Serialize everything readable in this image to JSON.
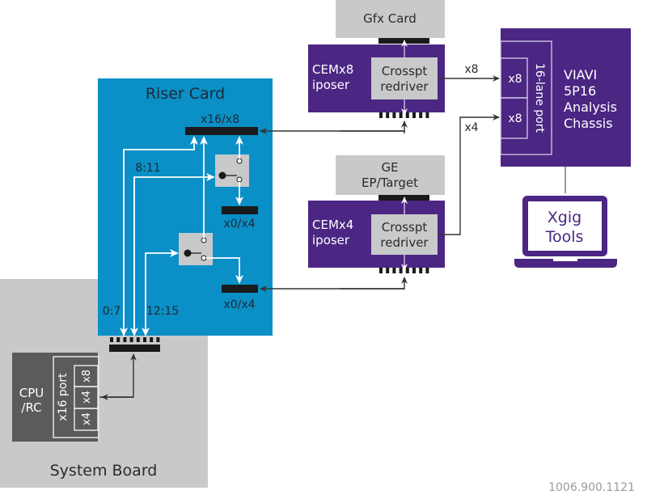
{
  "colors": {
    "riser": "#0a8fc6",
    "system_board": "#c8c9cb",
    "cpu": "#5a5b5d",
    "purple": "#4b2683",
    "light_gray": "#c8c9cb",
    "connector": "#1a1a1a",
    "line": "#333333",
    "white_line": "#ffffff",
    "figure_id_text": "#9a9a9a"
  },
  "system_board": {
    "label": "System Board",
    "cpu": {
      "label_line1": "CPU",
      "label_line2": "/RC"
    },
    "port": {
      "label": "x16 port",
      "lanes": [
        "x8",
        "x4",
        "x4"
      ]
    }
  },
  "riser_card": {
    "title": "Riser Card",
    "top_slot_label": "x16/x8",
    "middle_slot_label": "x0/x4",
    "bottom_slot_label": "x0/x4",
    "lane_labels": {
      "a": "8:11",
      "b": "0:7",
      "c": "12:15"
    }
  },
  "gfx_card": {
    "label": "Gfx Card"
  },
  "ge_target": {
    "label_line1": "GE",
    "label_line2": "EP/Target"
  },
  "cem_x8": {
    "label_line1": "CEMx8",
    "label_line2": "iposer",
    "redriver_line1": "Crosspt",
    "redriver_line2": "redriver"
  },
  "cem_x4": {
    "label_line1": "CEMx4",
    "label_line2": "iposer",
    "redriver_line1": "Crosspt",
    "redriver_line2": "redriver"
  },
  "links": {
    "x8_label": "x8",
    "x4_label": "x4"
  },
  "analyzer": {
    "line1": "VIAVI",
    "line2": "5P16",
    "line3": "Analysis",
    "line4": "Chassis",
    "port_label": "16-lane port",
    "port_lanes": [
      "x8",
      "x8"
    ]
  },
  "laptop": {
    "line1": "Xgig",
    "line2": "Tools"
  },
  "figure_id": "1006.900.1121"
}
